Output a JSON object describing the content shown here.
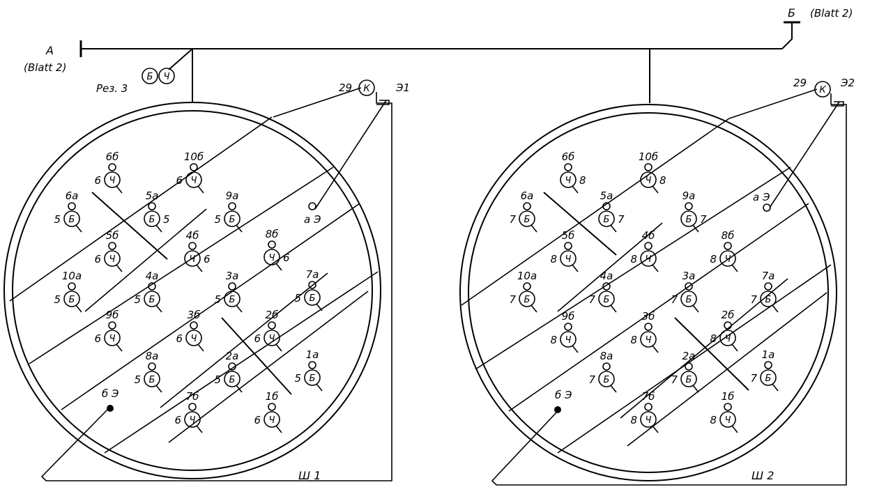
{
  "labels": {
    "a_label": "A",
    "a_sheet": "(Blatt 2)",
    "b_label": "Б",
    "b_sheet": "(Blatt 2)",
    "res_label": "Рез. 3",
    "res_b": "Б",
    "res_ch": "Ч"
  },
  "connectors": [
    {
      "id": "w1",
      "name": "Ш 1",
      "ground": "Э1",
      "k_num": "29",
      "k_letter": "К",
      "a_e": "а Э",
      "d_e": "б Э",
      "pins": [
        {
          "label": "6б",
          "kind": "Ч",
          "wire": "6"
        },
        {
          "label": "10б",
          "kind": "Ч",
          "wire": "6"
        },
        {
          "label": "6а",
          "kind": "Б",
          "wire": "5"
        },
        {
          "label": "5а",
          "kind": "Б",
          "wire": "5"
        },
        {
          "label": "9а",
          "kind": "Б",
          "wire": "5"
        },
        {
          "label": "5б",
          "kind": "Ч",
          "wire": "6"
        },
        {
          "label": "4б",
          "kind": "Ч",
          "wire": "6"
        },
        {
          "label": "8б",
          "kind": "Ч",
          "wire": "6"
        },
        {
          "label": "10а",
          "kind": "Б",
          "wire": "5"
        },
        {
          "label": "4а",
          "kind": "Б",
          "wire": "5"
        },
        {
          "label": "3а",
          "kind": "Б",
          "wire": "5"
        },
        {
          "label": "7а",
          "kind": "Б",
          "wire": "5"
        },
        {
          "label": "9б",
          "kind": "Ч",
          "wire": "6"
        },
        {
          "label": "3б",
          "kind": "Ч",
          "wire": "6"
        },
        {
          "label": "2б",
          "kind": "Ч",
          "wire": "6"
        },
        {
          "label": "8а",
          "kind": "Б",
          "wire": "5"
        },
        {
          "label": "2а",
          "kind": "Б",
          "wire": "5"
        },
        {
          "label": "1а",
          "kind": "Б",
          "wire": "5"
        },
        {
          "label": "7б",
          "kind": "Ч",
          "wire": "6"
        },
        {
          "label": "1б",
          "kind": "Ч",
          "wire": "6"
        }
      ]
    },
    {
      "id": "w2",
      "name": "Ш 2",
      "ground": "Э2",
      "k_num": "29",
      "k_letter": "К",
      "a_e": "а Э",
      "d_e": "б Э",
      "pins": [
        {
          "label": "6б",
          "kind": "Ч",
          "wire": "8"
        },
        {
          "label": "10б",
          "kind": "Ч",
          "wire": "8"
        },
        {
          "label": "6а",
          "kind": "Б",
          "wire": "7"
        },
        {
          "label": "5а",
          "kind": "Б",
          "wire": "7"
        },
        {
          "label": "9а",
          "kind": "Б",
          "wire": "7"
        },
        {
          "label": "5б",
          "kind": "Ч",
          "wire": "8"
        },
        {
          "label": "4б",
          "kind": "Ч",
          "wire": "8"
        },
        {
          "label": "8б",
          "kind": "Ч",
          "wire": "8"
        },
        {
          "label": "10а",
          "kind": "Б",
          "wire": "7"
        },
        {
          "label": "4а",
          "kind": "Б",
          "wire": "7"
        },
        {
          "label": "3а",
          "kind": "Б",
          "wire": "7"
        },
        {
          "label": "7а",
          "kind": "Б",
          "wire": "7"
        },
        {
          "label": "9б",
          "kind": "Ч",
          "wire": "8"
        },
        {
          "label": "3б",
          "kind": "Ч",
          "wire": "8"
        },
        {
          "label": "2б",
          "kind": "Ч",
          "wire": "8"
        },
        {
          "label": "8а",
          "kind": "Б",
          "wire": "7"
        },
        {
          "label": "2а",
          "kind": "Б",
          "wire": "7"
        },
        {
          "label": "1а",
          "kind": "Б",
          "wire": "7"
        },
        {
          "label": "7б",
          "kind": "Ч",
          "wire": "8"
        },
        {
          "label": "1б",
          "kind": "Ч",
          "wire": "8"
        }
      ]
    }
  ]
}
